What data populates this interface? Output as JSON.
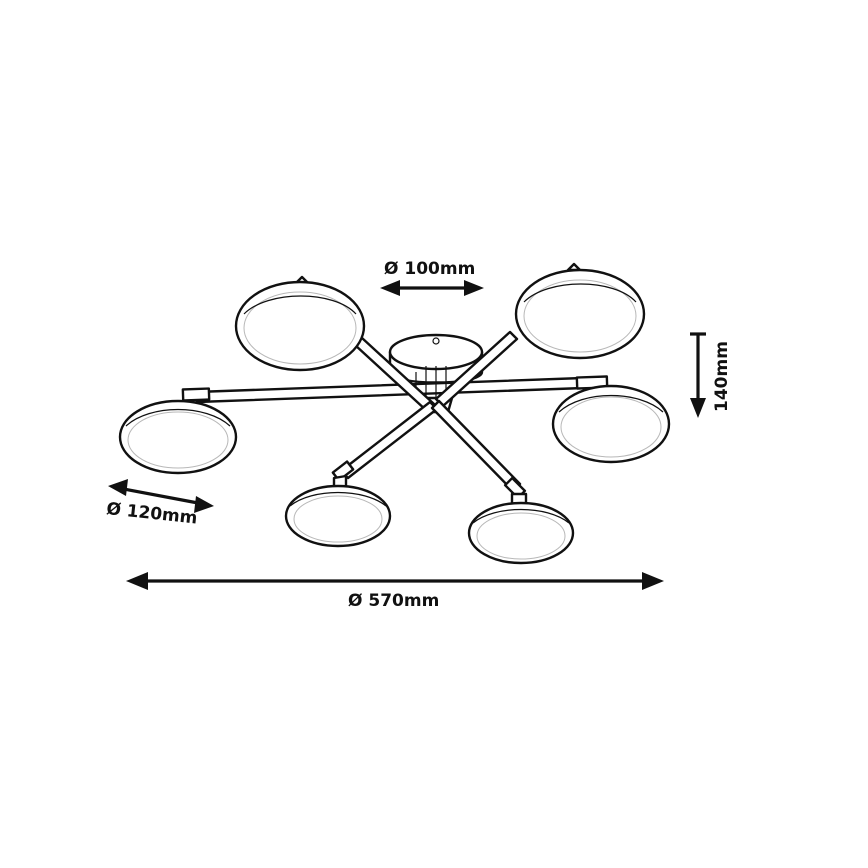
{
  "dimensions": {
    "hub_diameter": "Ø 100mm",
    "shade_diameter": "Ø 120mm",
    "overall_diameter": "Ø 570mm",
    "height": "140mm"
  },
  "colors": {
    "ink": "#111111",
    "background": "#ffffff"
  }
}
